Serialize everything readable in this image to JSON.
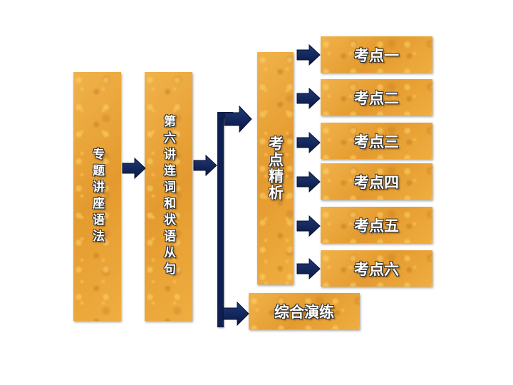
{
  "boxes": {
    "topic": "专题讲座语法",
    "lesson": "第六讲连词和状语从句",
    "analysis": "考点精析",
    "practice": "综合演练"
  },
  "points": [
    "考点一",
    "考点二",
    "考点三",
    "考点四",
    "考点五",
    "考点六"
  ],
  "colors": {
    "box": "#eba63a",
    "arrow": "#0e1f52",
    "text": "#ffffff"
  }
}
